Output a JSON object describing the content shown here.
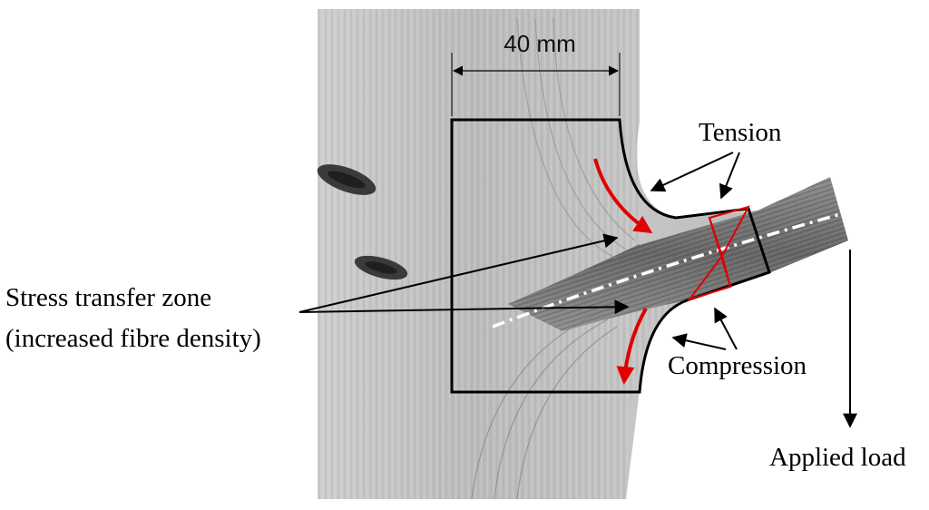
{
  "figure": {
    "dimension_label": "40 mm",
    "labels": {
      "tension": "Tension",
      "compression": "Compression",
      "stress_zone_line1": "Stress transfer zone",
      "stress_zone_line2": "(increased fibre density)",
      "applied_load": "Applied load"
    },
    "colors": {
      "flow_arrows": "#e00000",
      "outline": "#000000",
      "wood_light": "#bdbdbd",
      "wood_dark": "#6f6f6f"
    }
  }
}
